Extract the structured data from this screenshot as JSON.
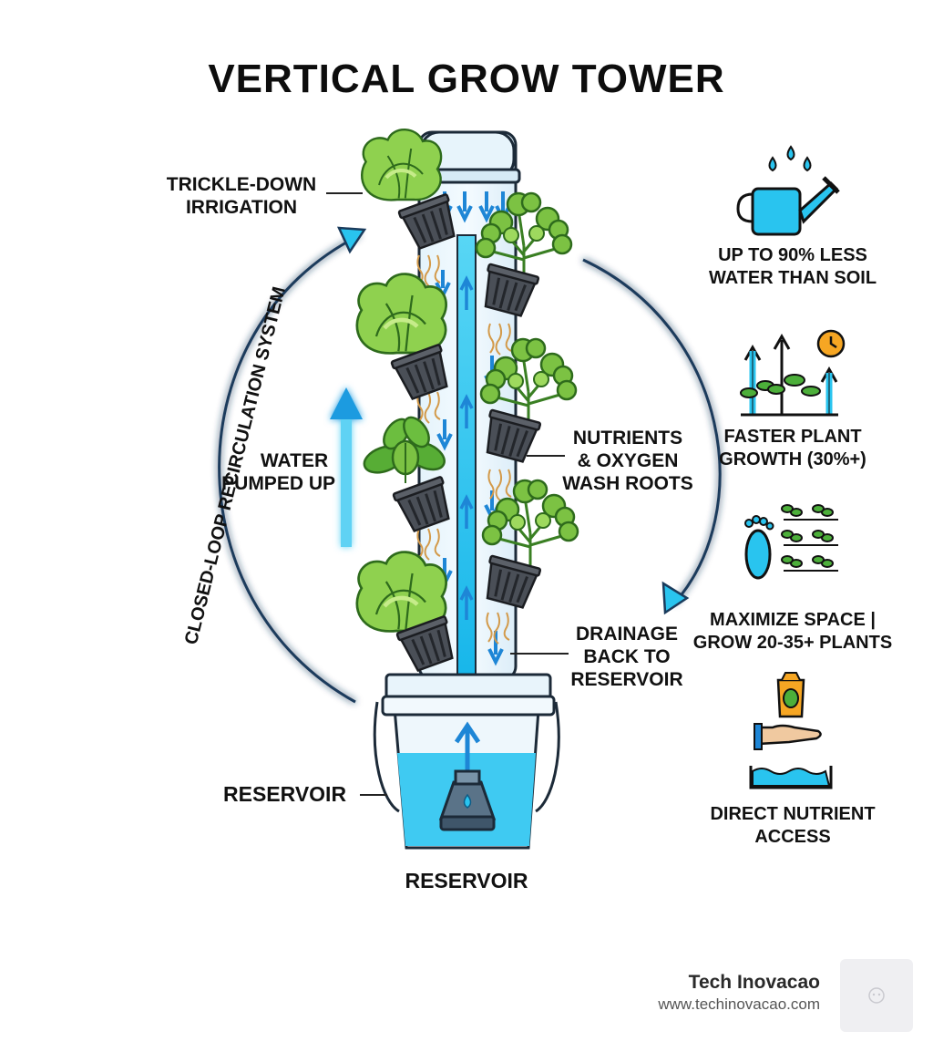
{
  "title": "VERTICAL GROW TOWER",
  "labels": {
    "trickle": [
      "TRICKLE-DOWN",
      "IRRIGATION"
    ],
    "loop": "CLOSED-LOOP RECIRCULATION SYSTEM",
    "pumped": [
      "WATER",
      "PUMPED UP"
    ],
    "nutrients": [
      "NUTRIENTS",
      "& OXYGEN",
      "WASH ROOTS"
    ],
    "drainage": [
      "DRAINAGE",
      "BACK TO",
      "RESERVOIR"
    ],
    "reservoir_side": "RESERVOIR",
    "reservoir_bottom": "RESERVOIR"
  },
  "features": [
    {
      "icon": "watering-can-icon",
      "lines": [
        "UP TO 90% LESS",
        "WATER THAN SOIL"
      ]
    },
    {
      "icon": "plant-growth-icon",
      "lines": [
        "FASTER PLANT",
        "GROWTH (30%+)"
      ]
    },
    {
      "icon": "space-footprint-icon",
      "lines": [
        "MAXIMIZE SPACE |",
        "GROW 20-35+ PLANTS"
      ]
    },
    {
      "icon": "nutrient-hand-icon",
      "lines": [
        "DIRECT NUTRIENT",
        "ACCESS"
      ]
    }
  ],
  "brand": {
    "name": "Tech Inovacao",
    "url": "www.techinovacao.com"
  },
  "colors": {
    "water": "#29c4ef",
    "arrow": "#1e86d6",
    "leaf": "#7cc243",
    "leaf_dark": "#3f8f2a",
    "pot": "#4a4f57",
    "root": "#d39a4a"
  }
}
